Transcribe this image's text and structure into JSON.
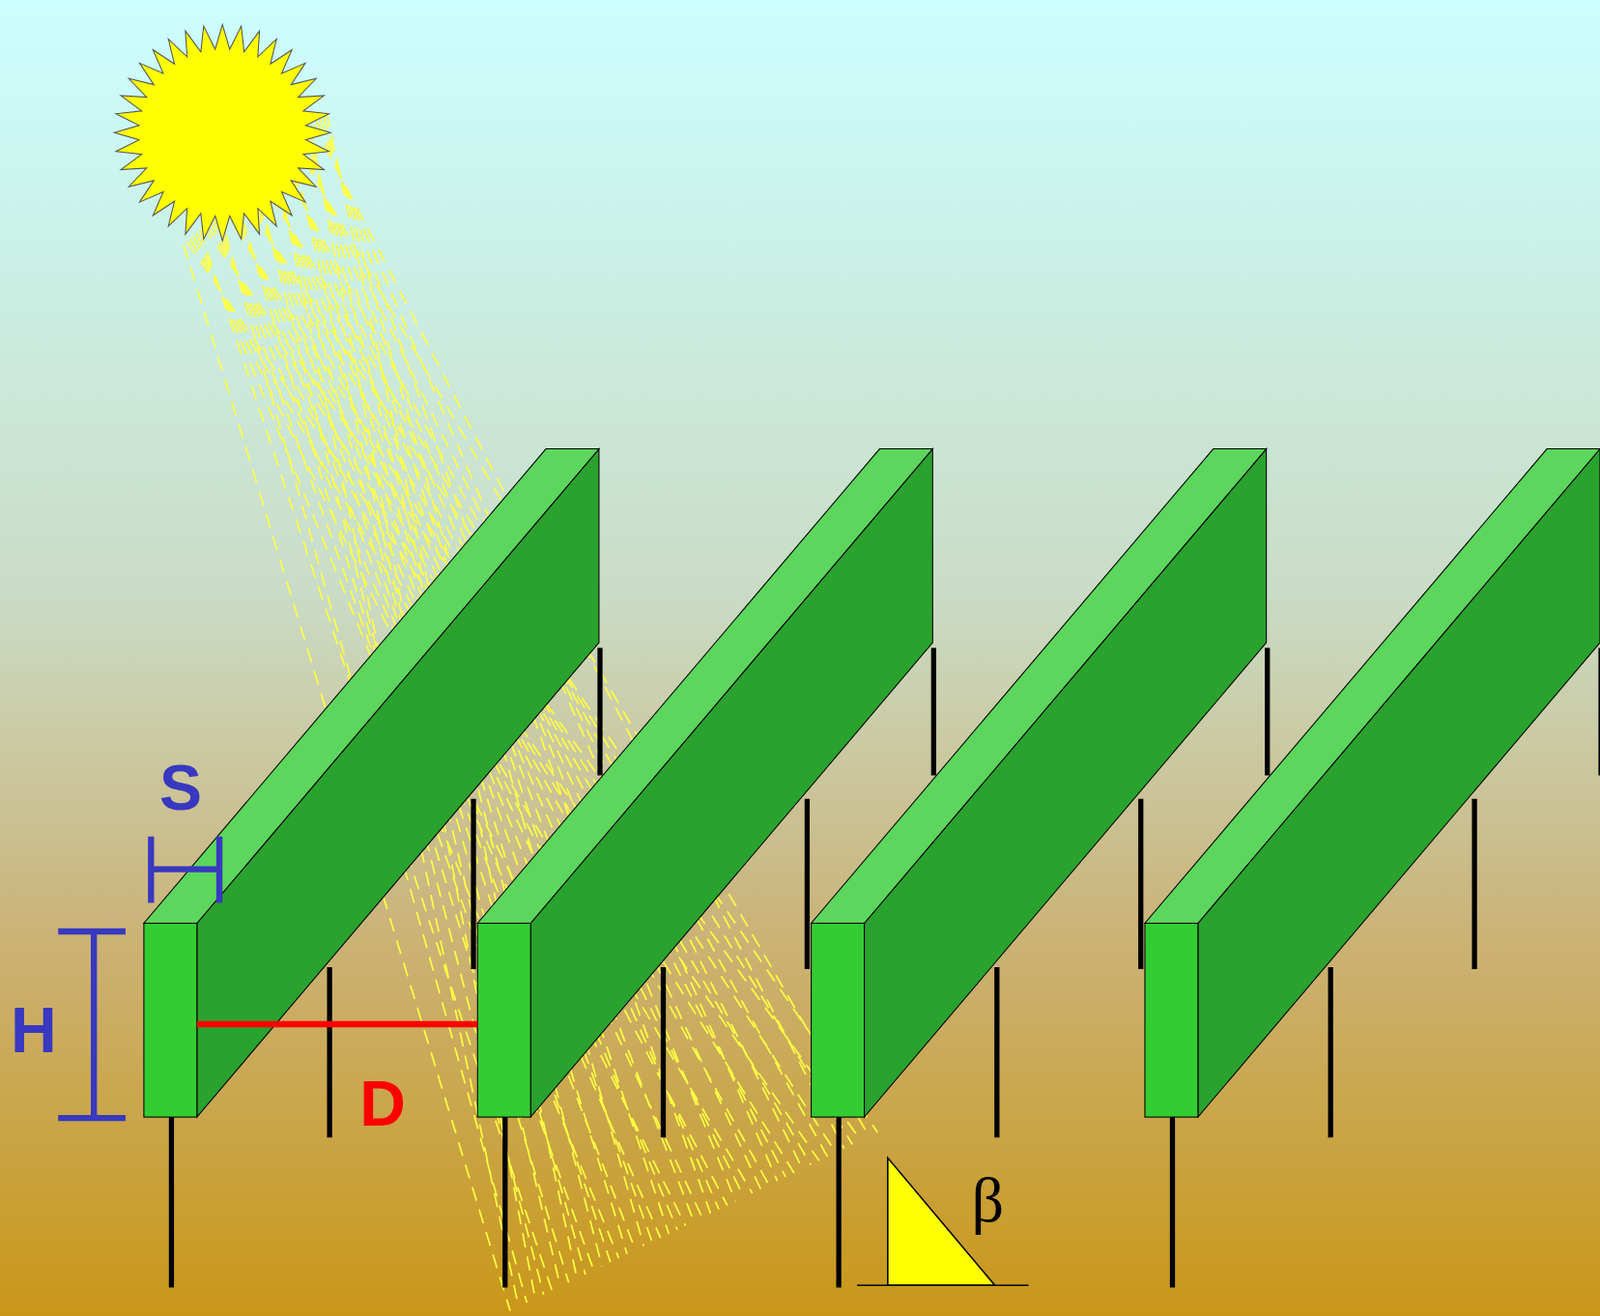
{
  "diagram": {
    "labels": [
      "S",
      "H",
      "D",
      "β"
    ]
  }
}
